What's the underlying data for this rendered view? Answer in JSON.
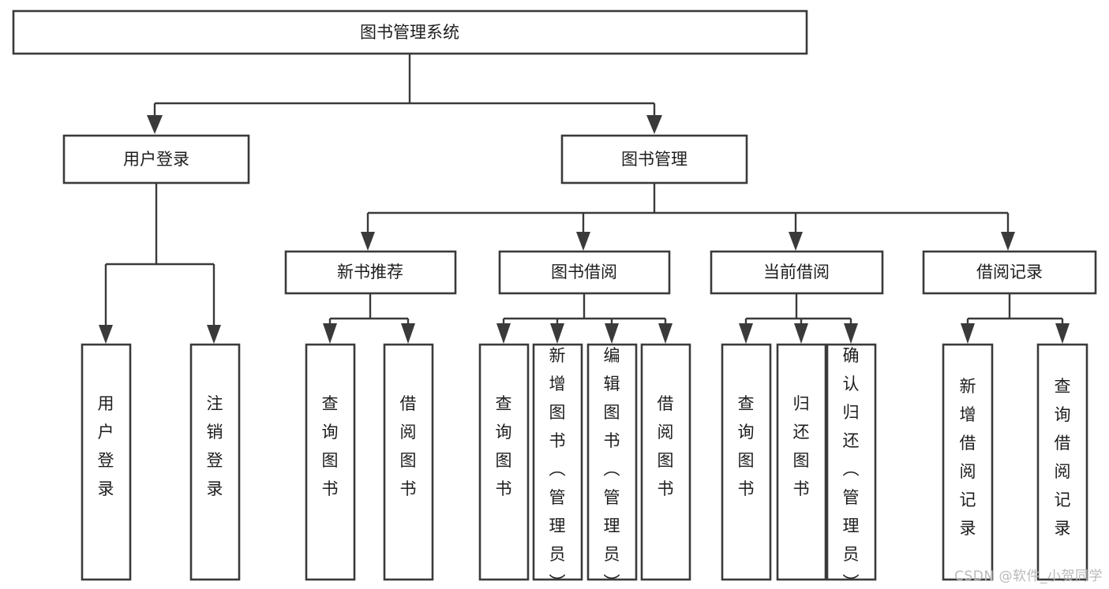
{
  "diagram": {
    "type": "tree-hierarchy-chart",
    "title": "图书管理系统",
    "watermark": "CSDN @软件_小贺同学",
    "colors": {
      "background": "#ffffff",
      "stroke": "#3a3a3a",
      "text": "#1d1d1d",
      "watermark": "#b9b9b9"
    },
    "root": {
      "label": "图书管理系统",
      "orientation": "horizontal"
    },
    "level1": [
      {
        "label": "用户登录",
        "orientation": "horizontal"
      },
      {
        "label": "图书管理",
        "orientation": "horizontal"
      }
    ],
    "level2": [
      {
        "label": "新书推荐",
        "orientation": "horizontal",
        "parent": "图书管理"
      },
      {
        "label": "图书借阅",
        "orientation": "horizontal",
        "parent": "图书管理"
      },
      {
        "label": "当前借阅",
        "orientation": "horizontal",
        "parent": "图书管理"
      },
      {
        "label": "借阅记录",
        "orientation": "horizontal",
        "parent": "图书管理"
      }
    ],
    "leaves": [
      {
        "label": "用户登录",
        "parent": "用户登录",
        "orientation": "vertical"
      },
      {
        "label": "注销登录",
        "parent": "用户登录",
        "orientation": "vertical"
      },
      {
        "label": "查询图书",
        "parent": "新书推荐",
        "orientation": "vertical"
      },
      {
        "label": "借阅图书",
        "parent": "新书推荐",
        "orientation": "vertical"
      },
      {
        "label": "查询图书",
        "parent": "图书借阅",
        "orientation": "vertical"
      },
      {
        "label": "新增图书（管理员）",
        "parent": "图书借阅",
        "orientation": "vertical"
      },
      {
        "label": "编辑图书（管理员）",
        "parent": "图书借阅",
        "orientation": "vertical"
      },
      {
        "label": "借阅图书",
        "parent": "图书借阅",
        "orientation": "vertical"
      },
      {
        "label": "查询图书",
        "parent": "当前借阅",
        "orientation": "vertical"
      },
      {
        "label": "归还图书",
        "parent": "当前借阅",
        "orientation": "vertical"
      },
      {
        "label": "确认归还（管理员）",
        "parent": "当前借阅",
        "orientation": "vertical"
      },
      {
        "label": "新增借阅记录",
        "parent": "借阅记录",
        "orientation": "vertical"
      },
      {
        "label": "查询借阅记录",
        "parent": "借阅记录",
        "orientation": "vertical"
      }
    ]
  }
}
